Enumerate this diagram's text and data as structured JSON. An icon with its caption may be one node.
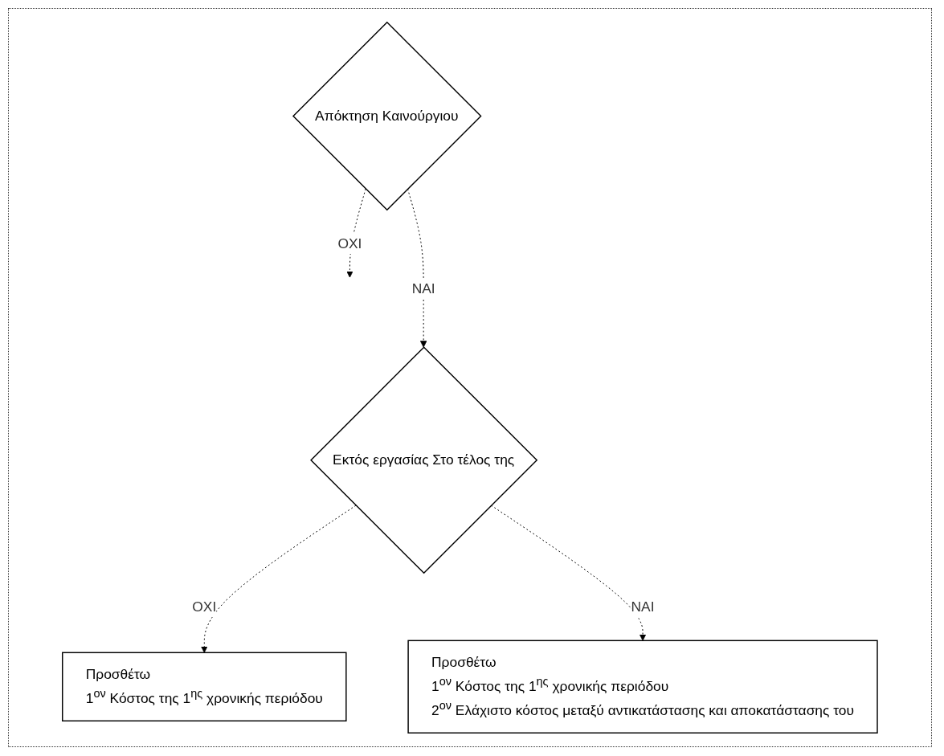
{
  "diagram": {
    "nodes": [
      {
        "text": [
          "Απόκτηση Καινούργιου"
        ]
      },
      {
        "text": [
          "Εκτός εργασίας Στο τέλος της"
        ]
      },
      {
        "text": [
          "Προσθέτω",
          "1$^{ον}$ Κόστος της 1$^{ης}$ χρονικής περιόδου"
        ]
      },
      {
        "text": [
          "Προσθέτω",
          "1$^{ον}$ Κόστος της 1$^{ης}$ χρονικής περιόδου",
          "2$^{ον}$ Ελάχιστο κόστος μεταξύ αντικατάστασης και αποκατάστασης του"
        ]
      }
    ],
    "edges": [
      {
        "from": 0,
        "to": null,
        "arrow": "to",
        "label": "ΟΧΙ",
        "style": "dashed"
      },
      {
        "from": 0,
        "to": 1,
        "arrow": "to",
        "label": "ΝΑΙ",
        "style": "dashed"
      },
      {
        "from": 1,
        "to": 2,
        "arrow": "to",
        "label": "ΟΧΙ",
        "style": "dashed"
      },
      {
        "from": 1,
        "to": 3,
        "arrow": "to",
        "label": "ΝΑΙ",
        "style": "dashed"
      }
    ]
  }
}
